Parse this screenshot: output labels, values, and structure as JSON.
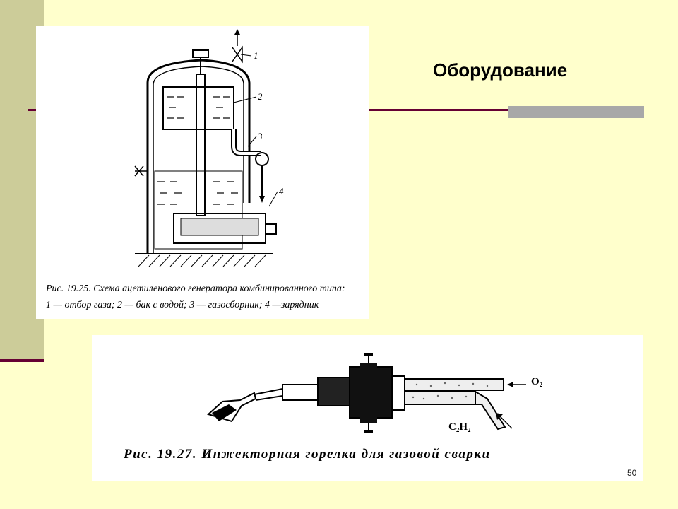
{
  "slide": {
    "title": "Оборудование",
    "number": "50"
  },
  "figure1": {
    "caption_line1": "Рис. 19.25. Схема ацетиленового генератора комбинированного типа:",
    "caption_line2": "1 — отбор газа; 2 — бак с водой; 3 — газосборник; 4 —зарядник",
    "labels": [
      "1",
      "2",
      "3",
      "4"
    ]
  },
  "figure2": {
    "caption": "Рис. 19.27. Инжекторная горелка для газовой сварки",
    "label_o2": "O₂",
    "label_c2h2": "C₂H₂"
  }
}
